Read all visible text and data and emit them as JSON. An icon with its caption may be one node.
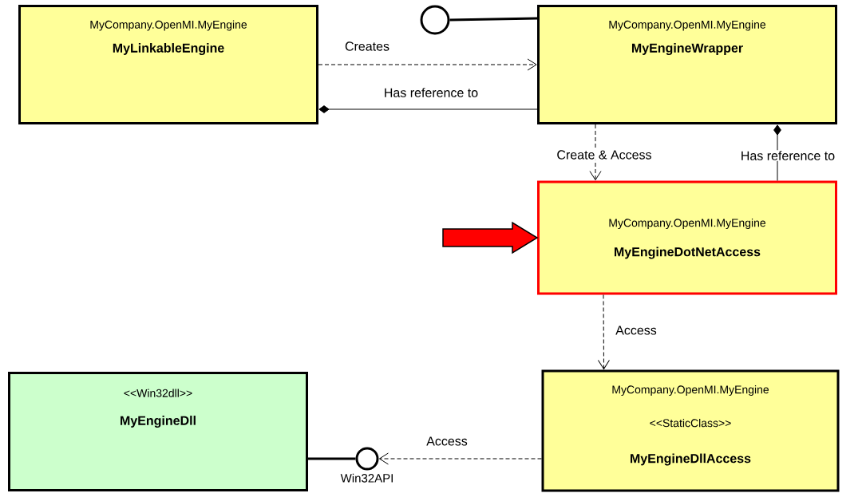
{
  "diagram": {
    "nodes": [
      {
        "text": [
          "MyCompany.OpenMI.MyEngine",
          "MyLinkableEngine"
        ]
      },
      {
        "text": [
          "MyCompany.OpenMI.MyEngine",
          "MyEngineWrapper"
        ]
      },
      {
        "text": [],
        "shape": "circle"
      },
      {
        "text": [
          "MyCompany.OpenMI.MyEngine",
          "MyEngineDotNetAccess"
        ]
      },
      {
        "text": [
          "<<Win32dll>>",
          "MyEngineDll"
        ]
      },
      {
        "text": [],
        "shape": "circle",
        "beside": [
          "Win32API"
        ]
      },
      {
        "text": [
          "MyCompany.OpenMI.MyEngine",
          "<<StaticClass>>",
          "MyEngineDllAccess"
        ]
      }
    ],
    "edges": [
      {
        "from": 0,
        "to": 1,
        "arrow": "to",
        "style": "dashed",
        "label": "Creates"
      },
      {
        "from": 0,
        "to": 1,
        "arrow": "other",
        "label": "Has reference to"
      },
      {
        "from": 2,
        "to": 1,
        "arrow": "none",
        "style": "thick"
      },
      {
        "from": 1,
        "to": 3,
        "arrow": "to",
        "style": "dashed",
        "label": "Create & Access"
      },
      {
        "from": 1,
        "to": 3,
        "arrow": "other",
        "label": "Has reference to"
      },
      {
        "from": null,
        "to": 3,
        "arrow": "to",
        "style": "thick",
        "color": "#ff0000"
      },
      {
        "from": 3,
        "to": 6,
        "arrow": "to",
        "style": "dashed",
        "label": "Access"
      },
      {
        "from": 6,
        "to": 5,
        "arrow": "to",
        "style": "dashed",
        "label": "Access"
      },
      {
        "from": 4,
        "to": 5,
        "arrow": "none",
        "style": "thick"
      }
    ]
  }
}
